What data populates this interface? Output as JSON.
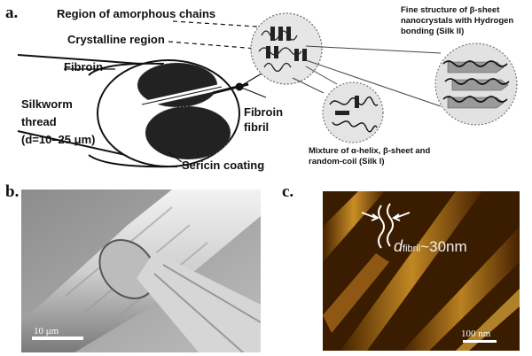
{
  "panel_a": {
    "label": "a.",
    "region_amorphous": "Region of amorphous chains",
    "crystalline_region": "Crystalline region",
    "fibroin": "Fibroin",
    "silkworm_line1": "Silkworm",
    "silkworm_line2": "thread",
    "silkworm_line3": "(d=10–25 μm)",
    "fibroin_fibril_line1": "Fibroin",
    "fibroin_fibril_line2": "fibril",
    "sericin_coating": "Sericin coating",
    "fine_structure_line1": "Fine structure of β-sheet",
    "fine_structure_line2": "nanocrystals with Hydrogen",
    "fine_structure_line3": "bonding (Silk II)",
    "mixture_line1": "Mixture of α-helix, β-sheet and",
    "mixture_line2": "random-coil (Silk I)"
  },
  "panel_b": {
    "label": "b.",
    "scale_bar": "10 μm"
  },
  "panel_c": {
    "label": "c.",
    "d_symbol": "d",
    "d_subscript": "fibril",
    "d_value": "~30nm",
    "scale_bar": "100 nm"
  }
}
